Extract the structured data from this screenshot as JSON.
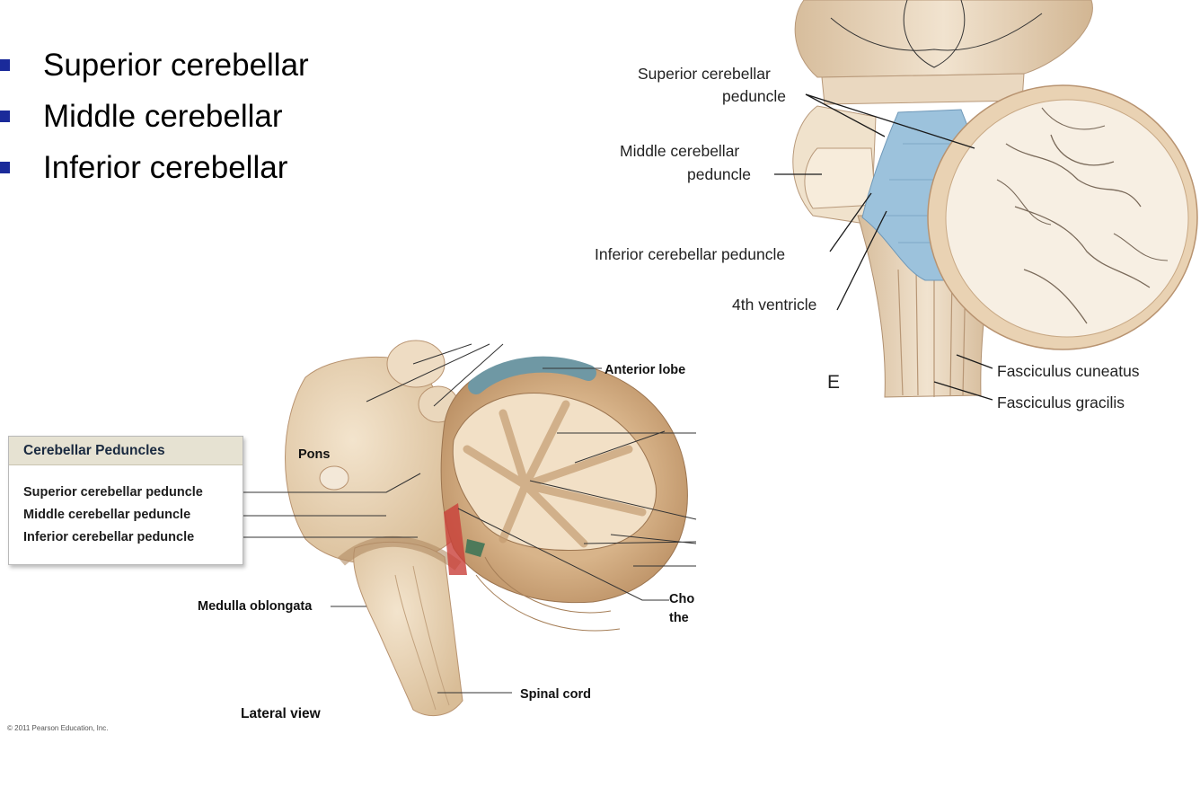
{
  "bullets": [
    "Superior cerebellar",
    "Middle cerebellar",
    "Inferior cerebellar"
  ],
  "dorsal_figure": {
    "labels": {
      "superior_l1": "Superior cerebellar",
      "superior_l2": "peduncle",
      "middle_l1": "Middle cerebellar",
      "middle_l2": "peduncle",
      "inferior": "Inferior cerebellar peduncle",
      "ventricle": "4th ventricle",
      "panel_letter": "E",
      "cuneatus": "Fasciculus cuneatus",
      "gracilis": "Fasciculus gracilis"
    }
  },
  "lateral_figure": {
    "labels": {
      "anterior_lobe": "Anterior lobe",
      "pons": "Pons",
      "medulla": "Medulla oblongata",
      "spinal_cord": "Spinal cord",
      "view": "Lateral view",
      "choroid_l1": "Cho",
      "choroid_l2": "the"
    },
    "box": {
      "title": "Cerebellar Peduncles",
      "rows": [
        "Superior cerebellar peduncle",
        "Middle cerebellar peduncle",
        "Inferior cerebellar peduncle"
      ]
    },
    "copyright": "© 2011 Pearson Education, Inc."
  },
  "colors": {
    "bullet": "#1a2a9a",
    "brainstem": "#e9d7bf",
    "white_matter": "#f5ecde",
    "ventricle": "#9cc2dc",
    "anterior_lobe": "#6f98a4",
    "folia": "#c9a57d"
  }
}
